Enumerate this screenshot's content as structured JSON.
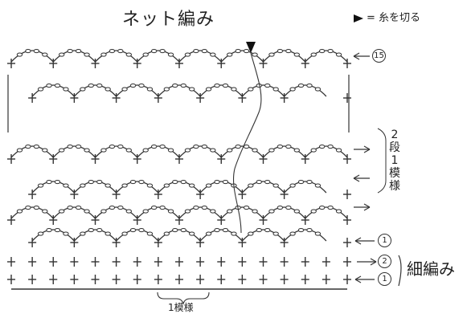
{
  "title": "ネット編み",
  "legend": {
    "symbol": "►",
    "text": "= 糸を切る"
  },
  "row_labels": {
    "r15": "15",
    "r1_top": "1",
    "r2_sc": "2",
    "r1_sc": "1"
  },
  "repeat_note": [
    "2",
    "段",
    "1",
    "模",
    "様"
  ],
  "single_crochet_label": "細編み",
  "pattern_repeat_label": "1模様",
  "colors": {
    "ink": "#333333",
    "paper": "#ffffff"
  },
  "icons": [
    "arrow-left-icon",
    "arrow-right-icon",
    "cut-yarn-triangle-icon",
    "single-crochet-cross-icon",
    "chain-oval-icon"
  ]
}
